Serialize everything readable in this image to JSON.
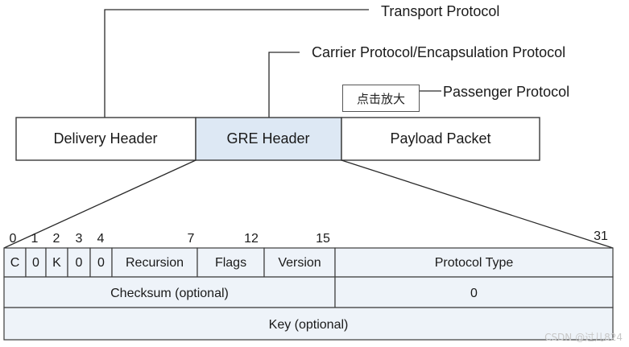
{
  "labels": {
    "transport": "Transport Protocol",
    "carrier": "Carrier Protocol/Encapsulation Protocol",
    "passenger": "Passenger Protocol"
  },
  "packet": {
    "delivery": "Delivery Header",
    "gre": "GRE Header",
    "payload": "Payload Packet"
  },
  "zoom_button": "点击放大",
  "bits": [
    "0",
    "1",
    "2",
    "3",
    "4",
    "7",
    "12",
    "15",
    "31"
  ],
  "row1": [
    "C",
    "0",
    "K",
    "0",
    "0",
    "Recursion",
    "Flags",
    "Version",
    "Protocol Type"
  ],
  "row2": [
    "Checksum (optional)",
    "0"
  ],
  "row3": [
    "Key (optional)"
  ],
  "watermark": "CSDN @过儿824",
  "colors": {
    "gre_fill": "#dde8f4",
    "cell_fill": "#eef3f9",
    "stroke": "#3a3a3a"
  }
}
